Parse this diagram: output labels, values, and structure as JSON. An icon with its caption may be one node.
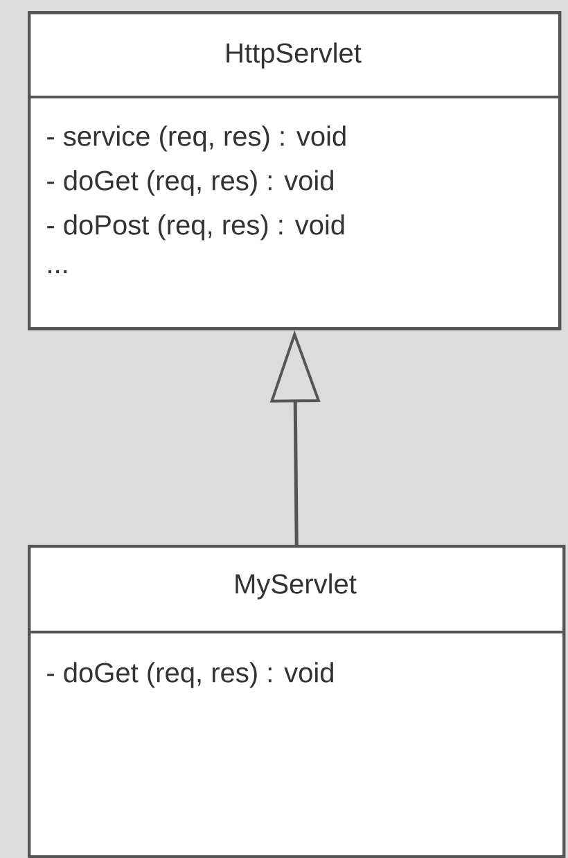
{
  "diagram": {
    "nodes": [
      {
        "text": [
          "HttpServlet",
          "- service (req, res) : void",
          "- doGet (req, res) : void",
          "- doPost (req, res) : void",
          "..."
        ]
      },
      {
        "text": [
          "MyServlet",
          "- doGet (req, res) : void"
        ]
      }
    ],
    "edges": [
      {
        "from": 1,
        "to": 0,
        "arrow": "to"
      }
    ]
  }
}
